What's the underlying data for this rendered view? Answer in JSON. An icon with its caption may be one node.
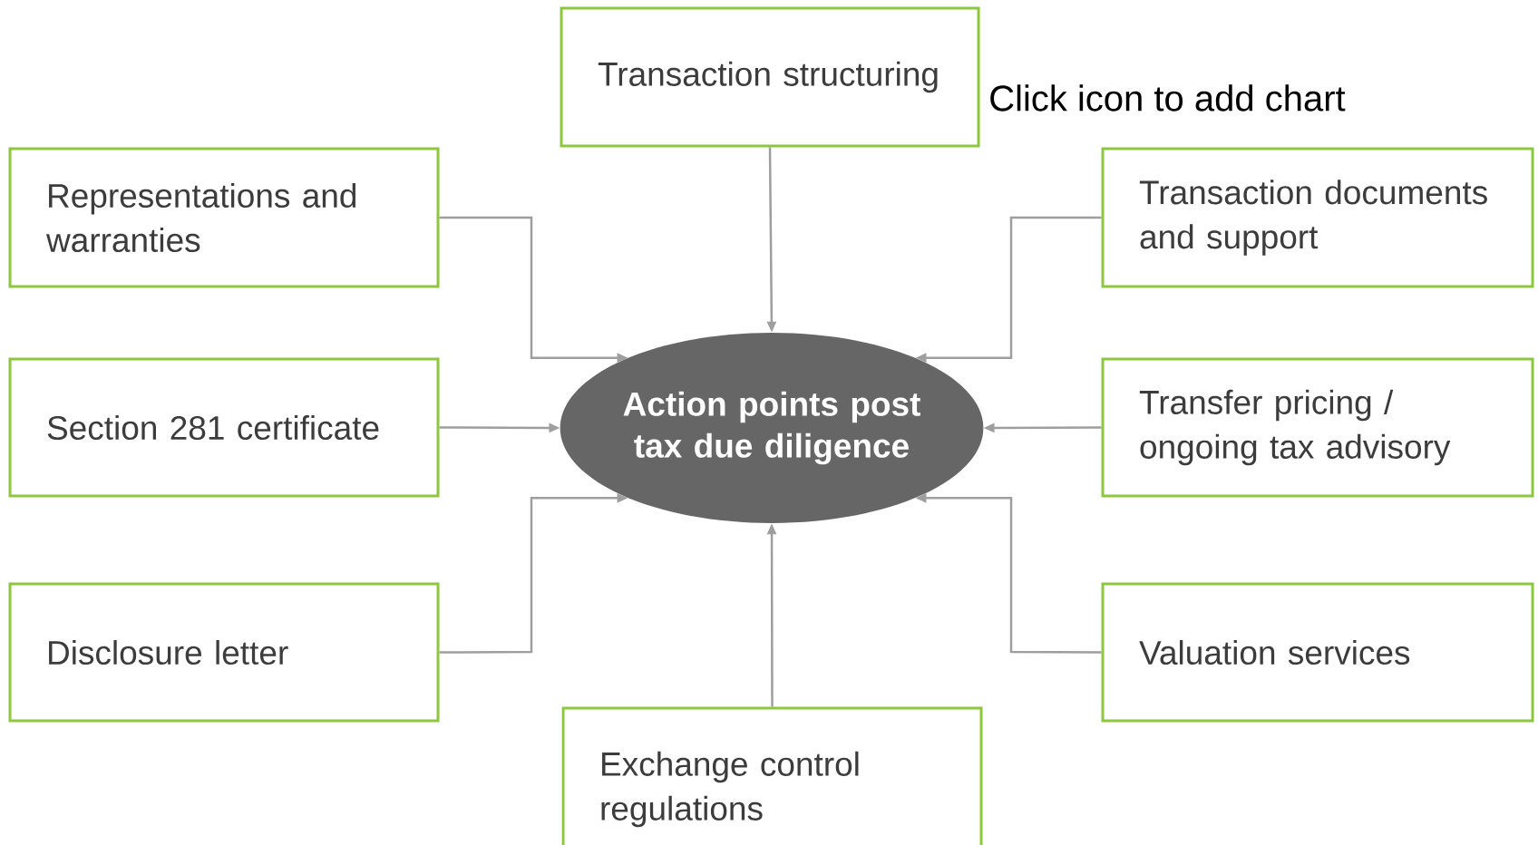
{
  "diagram": {
    "nodes": [
      {
        "text": [
          "Transaction structuring"
        ]
      },
      {
        "text": [
          "Representations and warranties"
        ]
      },
      {
        "text": [
          "Transaction documents and support"
        ]
      },
      {
        "text": [
          "Section 281 certificate"
        ]
      },
      {
        "text": [
          "Action points post tax due diligence"
        ]
      },
      {
        "text": [
          "Transfer pricing / ongoing tax advisory"
        ]
      },
      {
        "text": [
          "Disclosure letter"
        ]
      },
      {
        "text": [
          "Valuation services"
        ]
      },
      {
        "text": [
          "Exchange control regulations"
        ]
      }
    ],
    "edges": [
      {
        "from": 0,
        "to": 4,
        "arrow": "to"
      },
      {
        "from": 1,
        "to": 4,
        "arrow": "to"
      },
      {
        "from": 2,
        "to": 4,
        "arrow": "to"
      },
      {
        "from": 3,
        "to": 4,
        "arrow": "to"
      },
      {
        "from": 5,
        "to": 4,
        "arrow": "to"
      },
      {
        "from": 6,
        "to": 4,
        "arrow": "to"
      },
      {
        "from": 7,
        "to": 4,
        "arrow": "to"
      },
      {
        "from": 8,
        "to": 4,
        "arrow": "to"
      }
    ],
    "labels": [
      "Click icon to add chart"
    ]
  }
}
